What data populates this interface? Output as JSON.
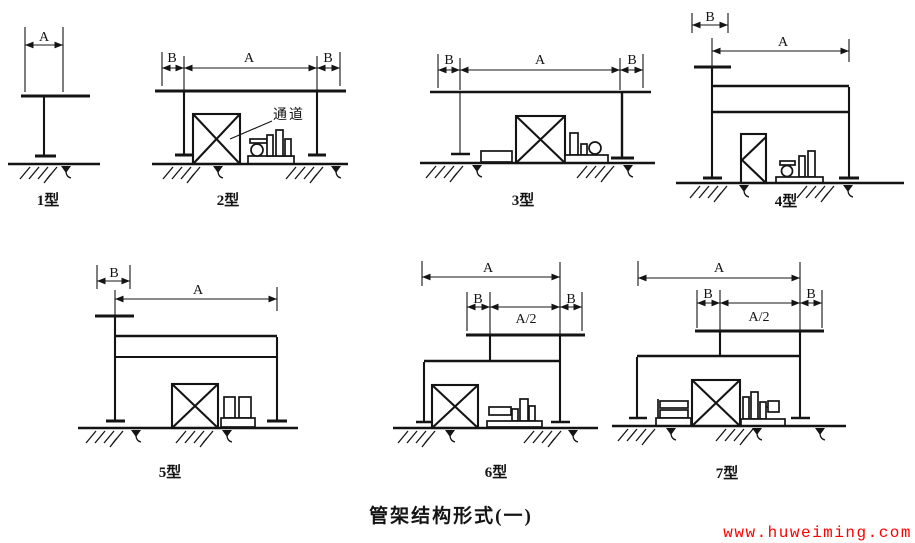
{
  "colors": {
    "line": "#141414",
    "watermark": "#ff0000",
    "bg": "#ffffff"
  },
  "caption": "管架结构形式(一)",
  "watermark": "www.huweiming.com",
  "diagrams": [
    {
      "label": "1型",
      "dims": {
        "a": "A"
      }
    },
    {
      "label": "2型",
      "dims": {
        "b_left": "B",
        "a": "A",
        "b_right": "B"
      },
      "callout": "通道"
    },
    {
      "label": "3型",
      "dims": {
        "b_left": "B",
        "a": "A",
        "b_right": "B"
      }
    },
    {
      "label": "4型",
      "dims": {
        "b": "B",
        "a": "A"
      }
    },
    {
      "label": "5型",
      "dims": {
        "b": "B",
        "a": "A"
      }
    },
    {
      "label": "6型",
      "dims": {
        "a": "A",
        "b_left": "B",
        "a_half": "A/2",
        "b_right": "B"
      }
    },
    {
      "label": "7型",
      "dims": {
        "a": "A",
        "b_left": "B",
        "a_half": "A/2",
        "b_right": "B"
      }
    }
  ]
}
